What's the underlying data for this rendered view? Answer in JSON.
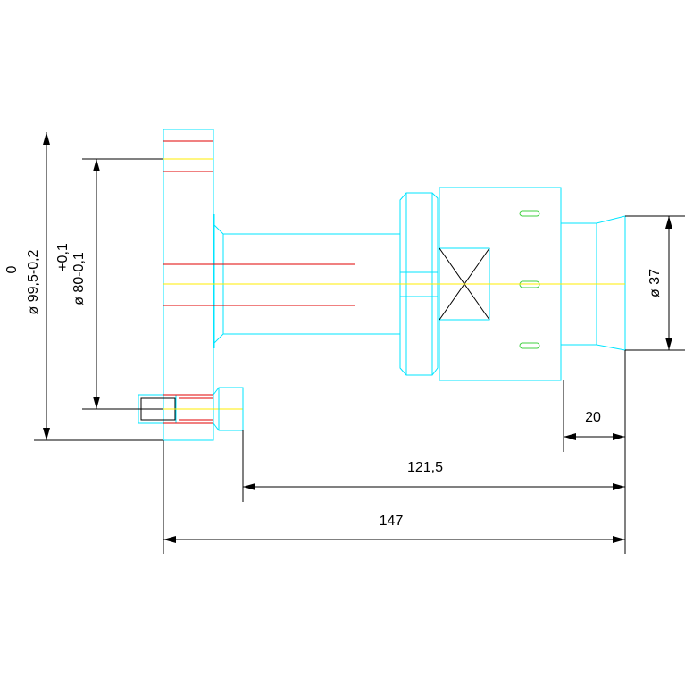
{
  "colors": {
    "outline": "#00e5ff",
    "dimension": "#000000",
    "thread": "#e00000",
    "centerline": "#ffee00",
    "marker": "#40d040"
  },
  "dimensions": {
    "d_flange_tol_upper": "0",
    "d_flange": "ø 99,5-0,2",
    "d_pitch_tol_upper": "+0,1",
    "d_pitch": "ø 80-0,1",
    "d_head": "ø 37",
    "len_head": "20",
    "len_body": "121,5",
    "len_total": "147"
  }
}
